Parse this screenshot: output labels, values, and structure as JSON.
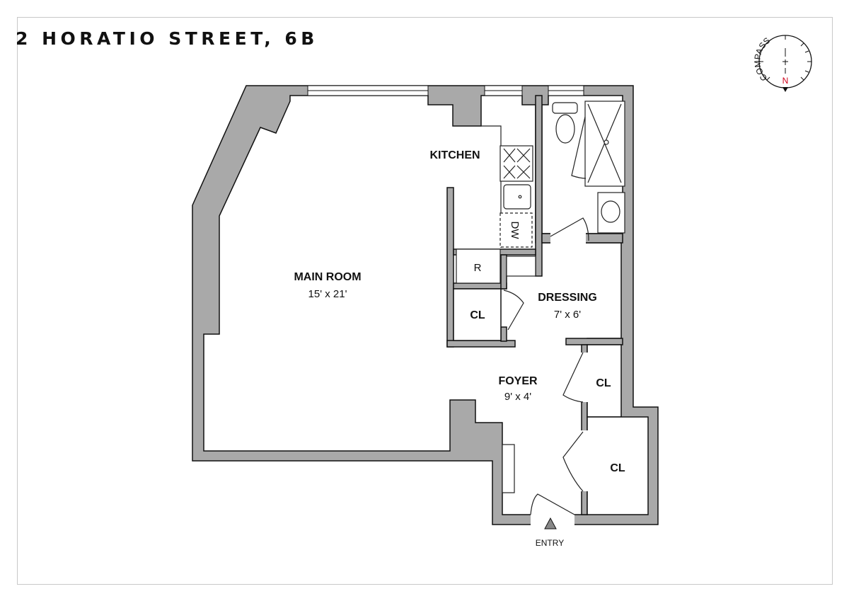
{
  "title": "2 HORATIO STREET, 6B",
  "compass": {
    "label": "COMPASS",
    "north": "N",
    "north_color": "#d0021b"
  },
  "rooms": {
    "main_room": {
      "name": "MAIN ROOM",
      "size": "15' x 21'"
    },
    "kitchen": {
      "name": "KITCHEN"
    },
    "dressing": {
      "name": "DRESSING",
      "size": "7' x 6'"
    },
    "foyer": {
      "name": "FOYER",
      "size": "9' x 4'"
    },
    "closet_1": {
      "name": "CL"
    },
    "closet_2": {
      "name": "CL"
    },
    "closet_3": {
      "name": "CL"
    }
  },
  "fixtures": {
    "refrigerator": "R",
    "dishwasher": "DW"
  },
  "entry": "ENTRY",
  "colors": {
    "wall": "#a9a9a9",
    "line": "#111111"
  }
}
